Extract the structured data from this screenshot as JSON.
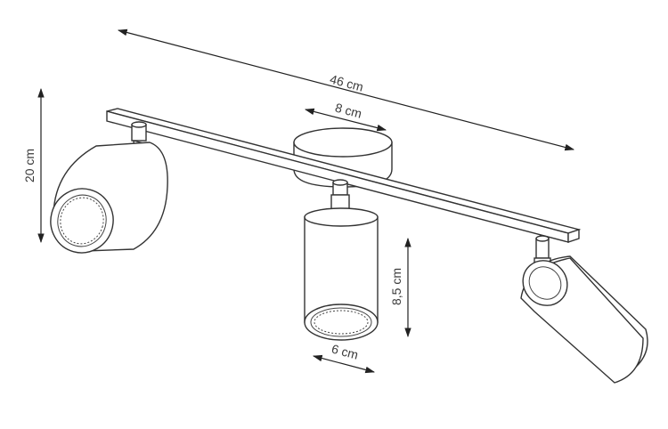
{
  "dimensions": {
    "total_length": "46 cm",
    "canopy_width": "8 cm",
    "height": "20 cm",
    "shade_height": "8,5 cm",
    "shade_diameter": "6 cm"
  },
  "colors": {
    "line": "#333333",
    "text": "#3a3a3a",
    "background": "#ffffff"
  }
}
